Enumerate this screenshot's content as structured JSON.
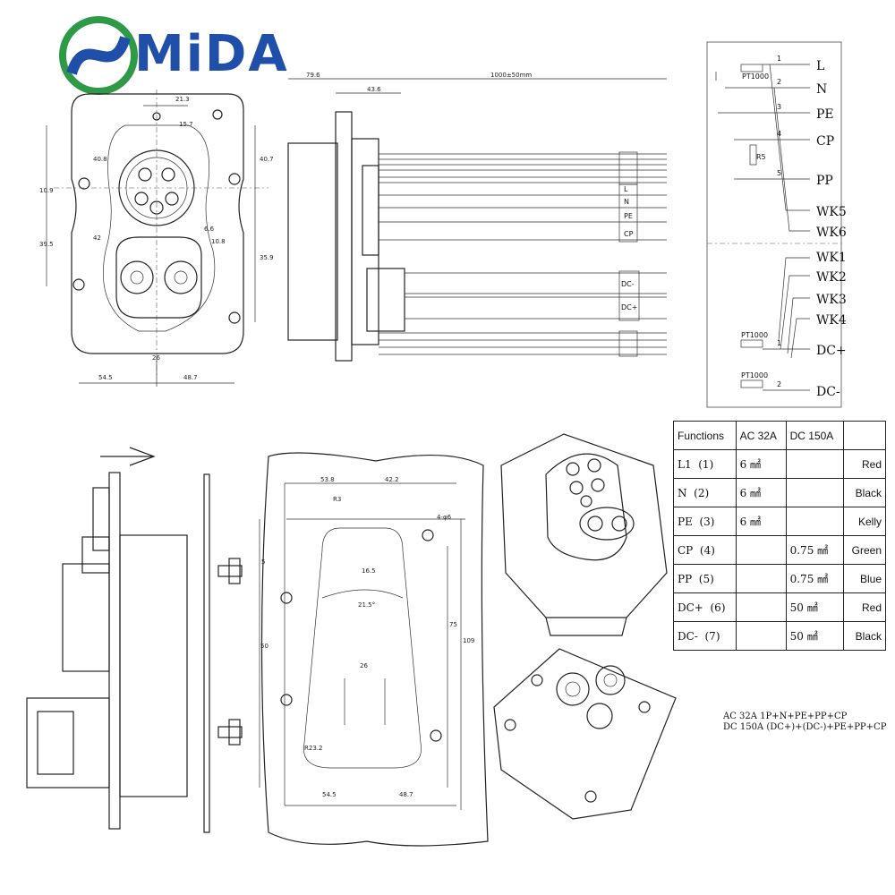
{
  "brand": {
    "name": "MiDA",
    "accent": "#1f4fa8",
    "logo_colors": [
      "#2e9a47",
      "#1f4fa8"
    ]
  },
  "front_dims": [
    "21.3",
    "15.7",
    "40.8",
    "40.7",
    "10.9",
    "42",
    "39.5",
    "6.6",
    "35.9",
    "10.8",
    "54.5",
    "26",
    "48.7"
  ],
  "side_dims": [
    "79.6",
    "43.6",
    "1000±50mm"
  ],
  "wire_labels": [
    "L",
    "N",
    "PE",
    "CP",
    "DC-",
    "DC+"
  ],
  "schematic": {
    "top": [
      {
        "pin": "1",
        "name": "L"
      },
      {
        "pin": "2",
        "name": "N"
      },
      {
        "pin": "3",
        "name": "PE"
      },
      {
        "pin": "4",
        "name": "CP"
      },
      {
        "pin": "5",
        "name": "PP"
      }
    ],
    "wk_top": [
      "WK5",
      "WK6"
    ],
    "wk_bottom": [
      "WK1",
      "WK2",
      "WK3",
      "WK4"
    ],
    "bottom": [
      {
        "pin": "1",
        "name": "DC+"
      },
      {
        "pin": "2",
        "name": "DC-"
      }
    ],
    "sensor": "PT1000",
    "resistor": "R5"
  },
  "cutout_dims": [
    "53.8",
    "42.2",
    "4-φ6",
    "R3",
    "16.5",
    "21.5°",
    "5",
    "50",
    "75",
    "109",
    "26",
    "R23.2",
    "54.5",
    "48.7"
  ],
  "table": {
    "headers": [
      "Functions",
      "AC 32A",
      "DC 150A",
      ""
    ],
    "rows": [
      {
        "fn": "L1",
        "pin": "(1)",
        "ac": "6 ㎟",
        "dc": "",
        "color": "Red"
      },
      {
        "fn": "N",
        "pin": "(2)",
        "ac": "6 ㎟",
        "dc": "",
        "color": "Black"
      },
      {
        "fn": "PE",
        "pin": "(3)",
        "ac": "6 ㎟",
        "dc": "",
        "color": "Kelly"
      },
      {
        "fn": "CP",
        "pin": "(4)",
        "ac": "",
        "dc": "0.75 ㎟",
        "color": "Green"
      },
      {
        "fn": "PP",
        "pin": "(5)",
        "ac": "",
        "dc": "0.75 ㎟",
        "color": "Blue"
      },
      {
        "fn": "DC+",
        "pin": "(6)",
        "ac": "",
        "dc": "50 ㎟",
        "color": "Red"
      },
      {
        "fn": "DC-",
        "pin": "(7)",
        "ac": "",
        "dc": "50 ㎟",
        "color": "Black"
      }
    ]
  },
  "notes": [
    "AC 32A 1P+N+PE+PP+CP",
    "DC 150A (DC+)+(DC-)+PE+PP+CP"
  ]
}
